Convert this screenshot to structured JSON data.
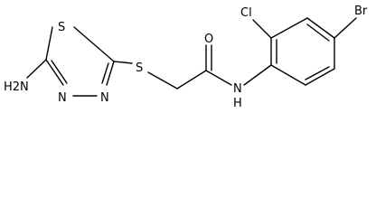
{
  "molecule": {
    "atoms": {
      "amino": "H2N",
      "ring_sulfur": "S",
      "ring_nitrogen_1": "N",
      "ring_nitrogen_2": "N",
      "thioether_sulfur": "S",
      "carbonyl_oxygen": "O",
      "amide_nitrogen": "N",
      "amide_hydrogen": "H",
      "chlorine": "Cl",
      "bromine": "Br"
    }
  }
}
